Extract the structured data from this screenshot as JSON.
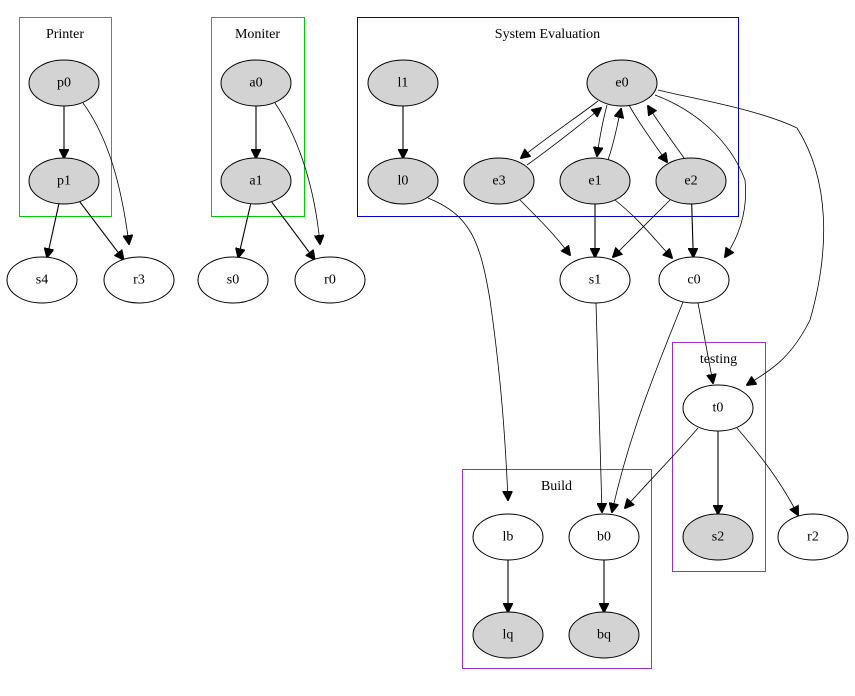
{
  "diagram": {
    "type": "directed-graph",
    "clusters": [
      {
        "id": "printer",
        "label": "Printer",
        "color": "#00cc00",
        "nodes": [
          "p0",
          "p1"
        ]
      },
      {
        "id": "moniter",
        "label": "Moniter",
        "color": "#00cc00",
        "nodes": [
          "a0",
          "a1"
        ]
      },
      {
        "id": "system-evaluation",
        "label": "System Evaluation",
        "color": "#0000cc",
        "nodes": [
          "l1",
          "l0",
          "e0",
          "e3",
          "e1",
          "e2"
        ]
      },
      {
        "id": "testing",
        "label": "testing",
        "color": "#9933cc",
        "nodes": [
          "t0",
          "s2"
        ]
      },
      {
        "id": "build",
        "label": "Build",
        "color": "#9933cc",
        "nodes": [
          "lb",
          "b0",
          "lq",
          "bq"
        ]
      }
    ],
    "nodes": [
      {
        "id": "p0",
        "label": "p0",
        "filled": true
      },
      {
        "id": "p1",
        "label": "p1",
        "filled": true
      },
      {
        "id": "s4",
        "label": "s4",
        "filled": false
      },
      {
        "id": "r3",
        "label": "r3",
        "filled": false
      },
      {
        "id": "a0",
        "label": "a0",
        "filled": true
      },
      {
        "id": "a1",
        "label": "a1",
        "filled": true
      },
      {
        "id": "s0",
        "label": "s0",
        "filled": false
      },
      {
        "id": "r0",
        "label": "r0",
        "filled": false
      },
      {
        "id": "l1",
        "label": "l1",
        "filled": true
      },
      {
        "id": "l0",
        "label": "l0",
        "filled": true
      },
      {
        "id": "e0",
        "label": "e0",
        "filled": true
      },
      {
        "id": "e3",
        "label": "e3",
        "filled": true
      },
      {
        "id": "e1",
        "label": "e1",
        "filled": true
      },
      {
        "id": "e2",
        "label": "e2",
        "filled": true
      },
      {
        "id": "s1",
        "label": "s1",
        "filled": false
      },
      {
        "id": "c0",
        "label": "c0",
        "filled": false
      },
      {
        "id": "t0",
        "label": "t0",
        "filled": false
      },
      {
        "id": "s2",
        "label": "s2",
        "filled": true
      },
      {
        "id": "r2",
        "label": "r2",
        "filled": false
      },
      {
        "id": "lb",
        "label": "lb",
        "filled": false
      },
      {
        "id": "b0",
        "label": "b0",
        "filled": false
      },
      {
        "id": "lq",
        "label": "lq",
        "filled": true
      },
      {
        "id": "bq",
        "label": "bq",
        "filled": true
      }
    ],
    "edges": [
      {
        "from": "p0",
        "to": "p1"
      },
      {
        "from": "p0",
        "to": "r3"
      },
      {
        "from": "p1",
        "to": "s4"
      },
      {
        "from": "p1",
        "to": "r3"
      },
      {
        "from": "a0",
        "to": "a1"
      },
      {
        "from": "a0",
        "to": "r0"
      },
      {
        "from": "a1",
        "to": "s0"
      },
      {
        "from": "a1",
        "to": "r0"
      },
      {
        "from": "l1",
        "to": "l0"
      },
      {
        "from": "l0",
        "to": "lb"
      },
      {
        "from": "e0",
        "to": "e3"
      },
      {
        "from": "e3",
        "to": "e0"
      },
      {
        "from": "e0",
        "to": "e1"
      },
      {
        "from": "e1",
        "to": "e0"
      },
      {
        "from": "e0",
        "to": "e2"
      },
      {
        "from": "e2",
        "to": "e0"
      },
      {
        "from": "e0",
        "to": "c0"
      },
      {
        "from": "e0",
        "to": "t0"
      },
      {
        "from": "e3",
        "to": "s1"
      },
      {
        "from": "e1",
        "to": "s1"
      },
      {
        "from": "e1",
        "to": "c0"
      },
      {
        "from": "e2",
        "to": "s1"
      },
      {
        "from": "e2",
        "to": "c0"
      },
      {
        "from": "s1",
        "to": "b0"
      },
      {
        "from": "c0",
        "to": "b0"
      },
      {
        "from": "c0",
        "to": "t0"
      },
      {
        "from": "t0",
        "to": "b0"
      },
      {
        "from": "t0",
        "to": "s2"
      },
      {
        "from": "t0",
        "to": "r2"
      },
      {
        "from": "lb",
        "to": "lq"
      },
      {
        "from": "b0",
        "to": "bq"
      }
    ],
    "colors": {
      "filled_node": "#d3d3d3",
      "empty_node": "#ffffff",
      "edge": "#000000"
    }
  }
}
